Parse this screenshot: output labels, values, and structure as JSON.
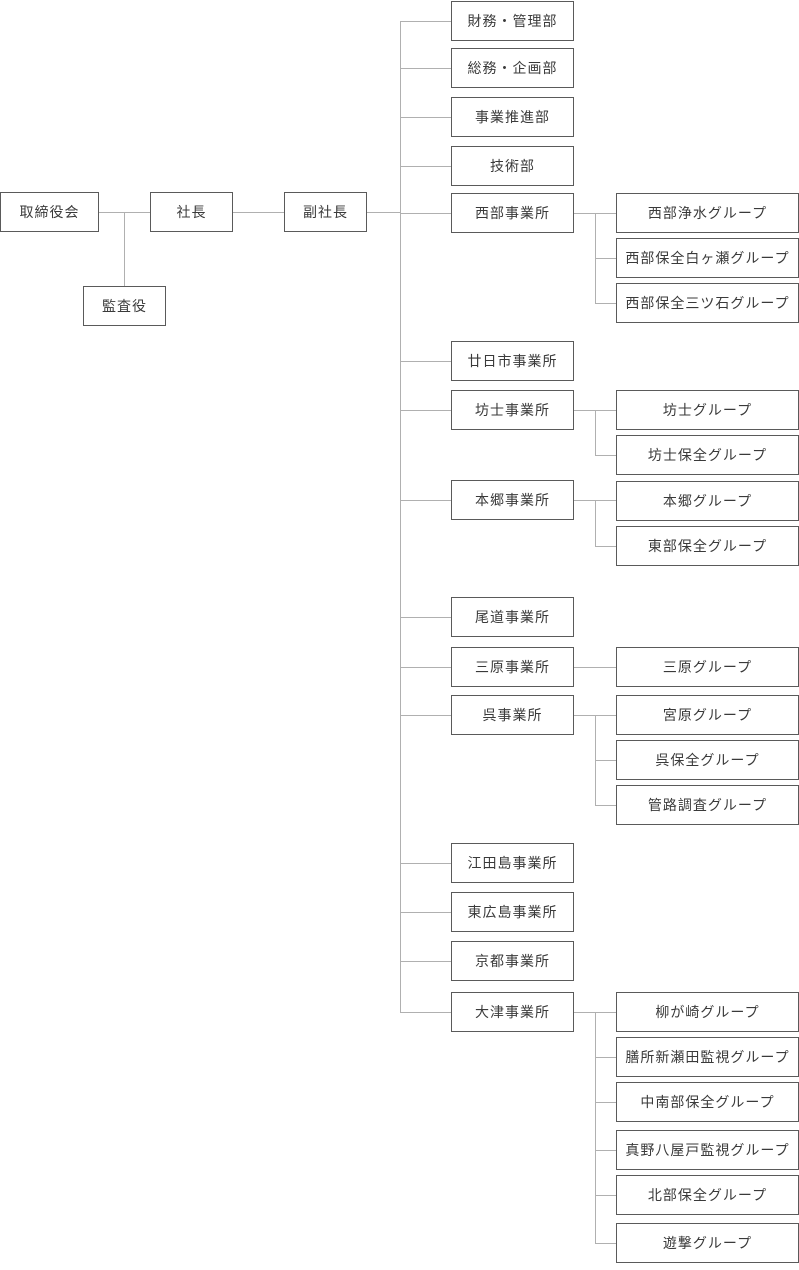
{
  "executive": {
    "board": "取締役会",
    "auditor": "監査役",
    "president": "社長",
    "vice_president": "副社長"
  },
  "units": [
    {
      "label": "財務・管理部",
      "groups": []
    },
    {
      "label": "総務・企画部",
      "groups": []
    },
    {
      "label": "事業推進部",
      "groups": []
    },
    {
      "label": "技術部",
      "groups": []
    },
    {
      "label": "西部事業所",
      "groups": [
        "西部浄水グループ",
        "西部保全白ヶ瀬グループ",
        "西部保全三ツ石グループ"
      ]
    },
    {
      "label": "廿日市事業所",
      "groups": []
    },
    {
      "label": "坊士事業所",
      "groups": [
        "坊士グループ",
        "坊士保全グループ"
      ]
    },
    {
      "label": "本郷事業所",
      "groups": [
        "本郷グループ",
        "東部保全グループ"
      ]
    },
    {
      "label": "尾道事業所",
      "groups": []
    },
    {
      "label": "三原事業所",
      "groups": [
        "三原グループ"
      ]
    },
    {
      "label": "呉事業所",
      "groups": [
        "宮原グループ",
        "呉保全グループ",
        "管路調査グループ"
      ]
    },
    {
      "label": "江田島事業所",
      "groups": []
    },
    {
      "label": "東広島事業所",
      "groups": []
    },
    {
      "label": "京都事業所",
      "groups": []
    },
    {
      "label": "大津事業所",
      "groups": [
        "柳が崎グループ",
        "膳所新瀬田監視グループ",
        "中南部保全グループ",
        "真野八屋戸監視グループ",
        "北部保全グループ",
        "遊撃グループ"
      ]
    }
  ]
}
